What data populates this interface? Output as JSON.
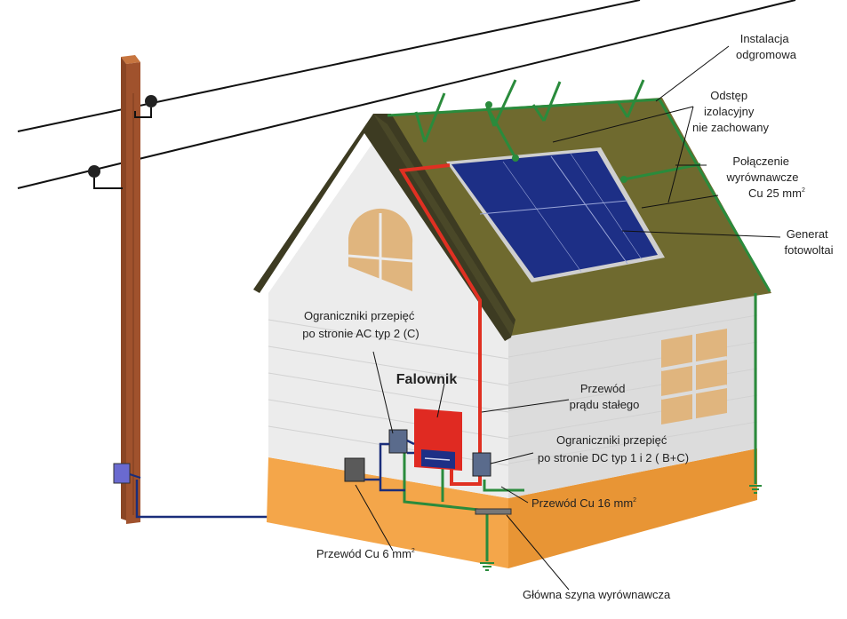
{
  "labels": {
    "lightning_protection": [
      "Instalacja",
      "odgromowa"
    ],
    "isolation_distance": [
      "Odstęp",
      "izolacyjny",
      "nie zachowany"
    ],
    "equipotential_25": [
      "Połączenie",
      "wyrównawcze"
    ],
    "equipotential_25_size": "Cu 25 mm",
    "pv_generator": [
      "Generat",
      "fotowoltai"
    ],
    "ac_surge": [
      "Ograniczniki przepięć",
      "po stronie AC typ 2 (C)"
    ],
    "inverter": "Falownik",
    "dc_cable": [
      "Przewód",
      "prądu stałego"
    ],
    "dc_surge": [
      "Ograniczniki przepięć",
      "po stronie DC typ 1 i 2 ( B+C)"
    ],
    "cu16": "Przewód Cu 16 mm",
    "cu6": "Przewód Cu 6 mm",
    "main_bus": "Główna szyna wyrównawcza",
    "unit_superscript": "2"
  },
  "colors": {
    "roof": "#6f6a2f",
    "roof_edge": "#3d3b22",
    "wall_front": "#ececec",
    "wall_side": "#dcdcdc",
    "foundation": "#f4a64a",
    "foundation_side": "#e89535",
    "panel": "#1d2f86",
    "panel_frame": "#cfcfcf",
    "lightning_wire": "#2a8b3c",
    "dc_cable": "#e03022",
    "ac_cable": "#1a2d7a",
    "pole": "#a0522d",
    "window": "#e0b57e",
    "inverter": "#e02a22"
  },
  "icons": [
    "ground-symbol-icon",
    "insulator-icon",
    "surge-protector-icon",
    "inverter-icon",
    "meter-box-icon"
  ]
}
